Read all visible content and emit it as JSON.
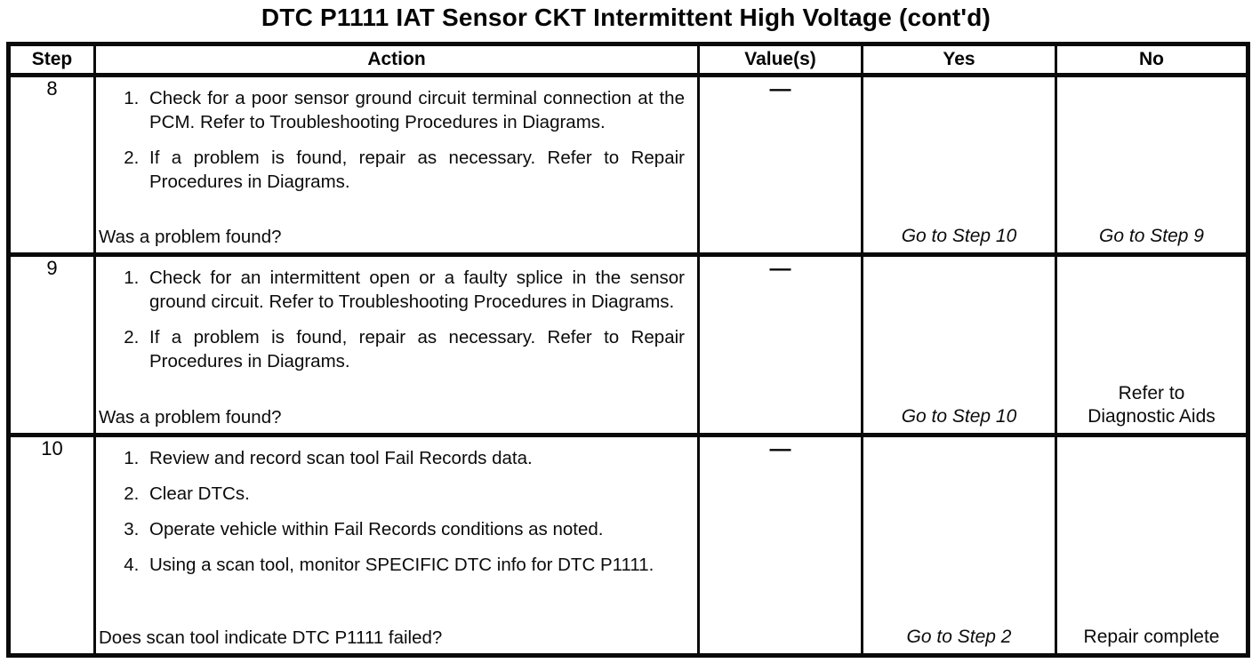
{
  "title": "DTC P1111 IAT Sensor CKT Intermittent High Voltage (cont'd)",
  "colors": {
    "ink": "#0a0a0a",
    "paper": "#ffffff"
  },
  "table": {
    "headers": {
      "step": "Step",
      "action": "Action",
      "value": "Value(s)",
      "yes": "Yes",
      "no": "No"
    },
    "rows": [
      {
        "step": "8",
        "actions": [
          "Check for a poor sensor ground circuit terminal connection at the PCM. Refer to Troubleshooting Procedures in Diagrams.",
          "If a problem is found, repair as necessary. Refer to Repair Procedures in Diagrams."
        ],
        "question": "Was a problem found?",
        "value": "—",
        "yes": "Go to Step 10",
        "no": "Go to Step 9"
      },
      {
        "step": "9",
        "actions": [
          "Check for an intermittent open or a faulty splice in the sensor ground circuit. Refer to Troubleshooting Procedures in Diagrams.",
          "If a problem is found, repair as necessary. Refer to Repair Procedures in Diagrams."
        ],
        "question": "Was a problem found?",
        "value": "—",
        "yes": "Go to Step 10",
        "no": "Refer to Diagnostic Aids"
      },
      {
        "step": "10",
        "actions": [
          "Review and record scan tool Fail Records data.",
          "Clear DTCs.",
          "Operate vehicle within Fail Records conditions as noted.",
          "Using a scan tool, monitor SPECIFIC DTC info for DTC P1111."
        ],
        "question": "Does scan tool indicate DTC P1111 failed?",
        "value": "—",
        "yes": "Go to Step 2",
        "no": "Repair complete"
      }
    ]
  }
}
